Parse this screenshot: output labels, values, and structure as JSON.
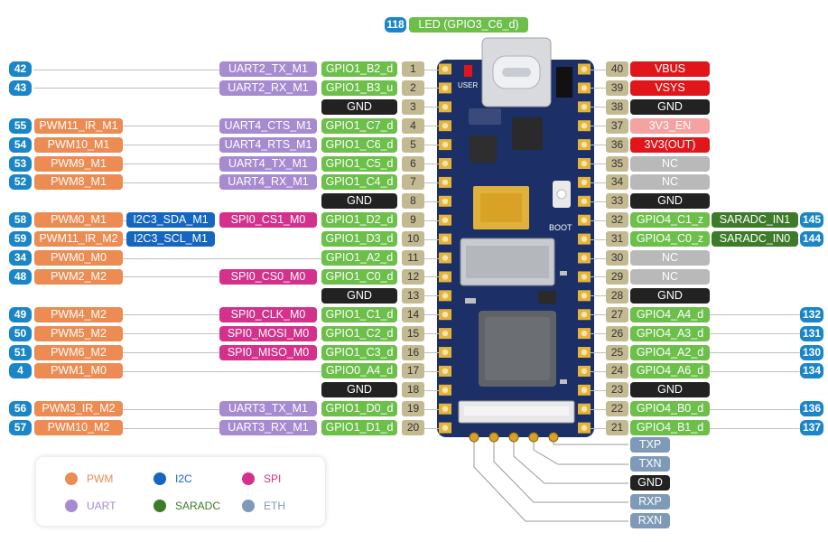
{
  "colors": {
    "pwm": "#ec8b52",
    "i2c": "#1566c0",
    "spi": "#d4318c",
    "uart": "#a68bd0",
    "saradc": "#3d7a2a",
    "eth": "#7e9ab8",
    "gpio": "#6cc04a",
    "gnd": "#222222",
    "power": "#e0161b",
    "en": "#f4a2a2",
    "nc": "#b9b9b9",
    "pin": "#c4ba92",
    "idnum": "#1a86c7"
  },
  "top_label": {
    "num": "118",
    "text": "LED (GPIO3_C6_d)"
  },
  "board": {
    "user_label": "USER",
    "boot_label": "BOOT"
  },
  "left_pins": [
    {
      "n": "1",
      "gpio": "GPIO1_B2_d",
      "uart": "UART2_TX_M1",
      "num": "42"
    },
    {
      "n": "2",
      "gpio": "GPIO1_B3_u",
      "uart": "UART2_RX_M1",
      "num": "43"
    },
    {
      "n": "3",
      "gnd": "GND"
    },
    {
      "n": "4",
      "gpio": "GPIO1_C7_d",
      "uart": "UART4_CTS_M1",
      "pwm": "PWM11_IR_M1",
      "num": "55"
    },
    {
      "n": "5",
      "gpio": "GPIO1_C6_d",
      "uart": "UART4_RTS_M1",
      "pwm": "PWM10_M1",
      "num": "54"
    },
    {
      "n": "6",
      "gpio": "GPIO1_C5_d",
      "uart": "UART4_TX_M1",
      "pwm": "PWM9_M1",
      "num": "53"
    },
    {
      "n": "7",
      "gpio": "GPIO1_C4_d",
      "uart": "UART4_RX_M1",
      "pwm": "PWM8_M1",
      "num": "52"
    },
    {
      "n": "8",
      "gnd": "GND"
    },
    {
      "n": "9",
      "gpio": "GPIO1_D2_d",
      "spi": "SPI0_CS1_M0",
      "i2c": "I2C3_SDA_M1",
      "pwm": "PWM0_M1",
      "num": "58"
    },
    {
      "n": "10",
      "gpio": "GPIO1_D3_d",
      "i2c": "I2C3_SCL_M1",
      "pwm": "PWM11_IR_M2",
      "num": "59"
    },
    {
      "n": "11",
      "gpio": "GPIO1_A2_d",
      "pwm": "PWM0_M0",
      "num": "34"
    },
    {
      "n": "12",
      "gpio": "GPIO1_C0_d",
      "spi": "SPI0_CS0_M0",
      "pwm": "PWM2_M2",
      "num": "48"
    },
    {
      "n": "13",
      "gnd": "GND"
    },
    {
      "n": "14",
      "gpio": "GPIO1_C1_d",
      "spi": "SPI0_CLK_M0",
      "pwm": "PWM4_M2",
      "num": "49"
    },
    {
      "n": "15",
      "gpio": "GPIO1_C2_d",
      "spi": "SPI0_MOSI_M0",
      "pwm": "PWM5_M2",
      "num": "50"
    },
    {
      "n": "16",
      "gpio": "GPIO1_C3_d",
      "spi": "SPI0_MISO_M0",
      "pwm": "PWM6_M2",
      "num": "51"
    },
    {
      "n": "17",
      "gpio": "GPIO0_A4_d",
      "pwm": "PWM1_M0",
      "num": "4"
    },
    {
      "n": "18",
      "gnd": "GND"
    },
    {
      "n": "19",
      "gpio": "GPIO1_D0_d",
      "uart": "UART3_TX_M1",
      "pwm": "PWM3_IR_M2",
      "num": "56"
    },
    {
      "n": "20",
      "gpio": "GPIO1_D1_d",
      "uart": "UART3_RX_M1",
      "pwm": "PWM10_M2",
      "num": "57"
    }
  ],
  "right_pins": [
    {
      "n": "40",
      "kind": "power",
      "text": "VBUS"
    },
    {
      "n": "39",
      "kind": "power",
      "text": "VSYS"
    },
    {
      "n": "38",
      "kind": "gnd",
      "text": "GND"
    },
    {
      "n": "37",
      "kind": "en",
      "text": "3V3_EN"
    },
    {
      "n": "36",
      "kind": "power",
      "text": "3V3(OUT)"
    },
    {
      "n": "35",
      "kind": "nc",
      "text": "NC"
    },
    {
      "n": "34",
      "kind": "nc",
      "text": "NC"
    },
    {
      "n": "33",
      "kind": "gnd",
      "text": "GND"
    },
    {
      "n": "32",
      "kind": "gpio",
      "text": "GPIO4_C1_z",
      "adc": "SARADC_IN1",
      "num": "145"
    },
    {
      "n": "31",
      "kind": "gpio",
      "text": "GPIO4_C0_z",
      "adc": "SARADC_IN0",
      "num": "144"
    },
    {
      "n": "30",
      "kind": "nc",
      "text": "NC"
    },
    {
      "n": "29",
      "kind": "nc",
      "text": "NC"
    },
    {
      "n": "28",
      "kind": "gnd",
      "text": "GND"
    },
    {
      "n": "27",
      "kind": "gpio",
      "text": "GPIO4_A4_d",
      "num": "132"
    },
    {
      "n": "26",
      "kind": "gpio",
      "text": "GPIO4_A3_d",
      "num": "131"
    },
    {
      "n": "25",
      "kind": "gpio",
      "text": "GPIO4_A2_d",
      "num": "130"
    },
    {
      "n": "24",
      "kind": "gpio",
      "text": "GPIO4_A6_d",
      "num": "134"
    },
    {
      "n": "23",
      "kind": "gnd",
      "text": "GND"
    },
    {
      "n": "22",
      "kind": "gpio",
      "text": "GPIO4_B0_d",
      "num": "136"
    },
    {
      "n": "21",
      "kind": "gpio",
      "text": "GPIO4_B1_d",
      "num": "137"
    }
  ],
  "eth_pins": [
    {
      "text": "TXP",
      "kind": "eth"
    },
    {
      "text": "TXN",
      "kind": "eth"
    },
    {
      "text": "GND",
      "kind": "gnd"
    },
    {
      "text": "RXP",
      "kind": "eth"
    },
    {
      "text": "RXN",
      "kind": "eth"
    }
  ],
  "legend": [
    {
      "label": "PWM",
      "color": "pwm"
    },
    {
      "label": "I2C",
      "color": "i2c"
    },
    {
      "label": "SPI",
      "color": "spi"
    },
    {
      "label": "UART",
      "color": "uart"
    },
    {
      "label": "SARADC",
      "color": "saradc"
    },
    {
      "label": "ETH",
      "color": "eth"
    }
  ]
}
